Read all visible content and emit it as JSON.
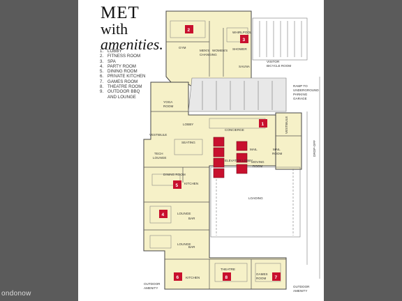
{
  "title": {
    "line1": "MET",
    "line2": "with",
    "line3": "amenities."
  },
  "legend": [
    {
      "num": "1.",
      "label": "LOBBY"
    },
    {
      "num": "2.",
      "label": "FITNESS ROOM"
    },
    {
      "num": "3.",
      "label": "SPA"
    },
    {
      "num": "4.",
      "label": "PARTY ROOM"
    },
    {
      "num": "5.",
      "label": "DINING ROOM"
    },
    {
      "num": "6.",
      "label": "PRIVATE KITCHEN"
    },
    {
      "num": "7.",
      "label": "GAMES ROOM"
    },
    {
      "num": "8.",
      "label": "THEATRE ROOM"
    },
    {
      "num": "9.",
      "label": "OUTDOOR BBQ"
    },
    {
      "num": "",
      "label": "AND LOUNGE"
    }
  ],
  "badges": [
    "1",
    "2",
    "3",
    "4",
    "5",
    "6",
    "7",
    "8"
  ],
  "rooms": {
    "gym": "GYM",
    "whirlpool": "WHIRLPOOL",
    "shower": "SHOWER",
    "sauna": "SAUNA",
    "mens": "MEN'S",
    "womens": "WOMEN'S",
    "changing": "CHANGING",
    "yoga": "YOGA",
    "yoga_room": "ROOM",
    "lobby": "LOBBY",
    "concierge": "CONCIERGE",
    "vestibule": "VESTIBULE",
    "seating": "SEATING",
    "tech": "TECH",
    "tech_lounge": "LOUNGE",
    "elevator_lobby": "ELEVATOR LOBBY",
    "mail": "MAIL",
    "mail_room": "ROOM",
    "moving": "MOVING",
    "moving_room": "ROOM",
    "dining_room": "DINING ROOM",
    "kitchen_1": "KITCHEN",
    "lounge_1": "LOUNGE",
    "bar_1": "BAR",
    "lounge_2": "LOUNGE",
    "bar_2": "BAR",
    "loading": "LOADING",
    "theatre": "THEATRE",
    "games": "GAMES",
    "games_room": "ROOM",
    "kitchen_2": "KITCHEN",
    "outdoor_amenity_1": "OUTDOOR",
    "outdoor_amenity_1b": "AMENITY",
    "outdoor_amenity_2": "OUTDOOR",
    "outdoor_amenity_2b": "AMENITY",
    "visitor": "VISITOR",
    "bicycle": "BICYCLE ROOM",
    "ramp": "RAMP TO",
    "ramp2": "UNDERGROUND",
    "ramp3": "PARKING",
    "ramp4": "GARAGE",
    "dropoff": "DROP-OFF"
  },
  "watermark": "ondonow",
  "colors": {
    "plan_fill": "#f6f1c8",
    "badge": "#c8102e",
    "elevator": "#c8102e",
    "frame": "#5b5b5b"
  }
}
